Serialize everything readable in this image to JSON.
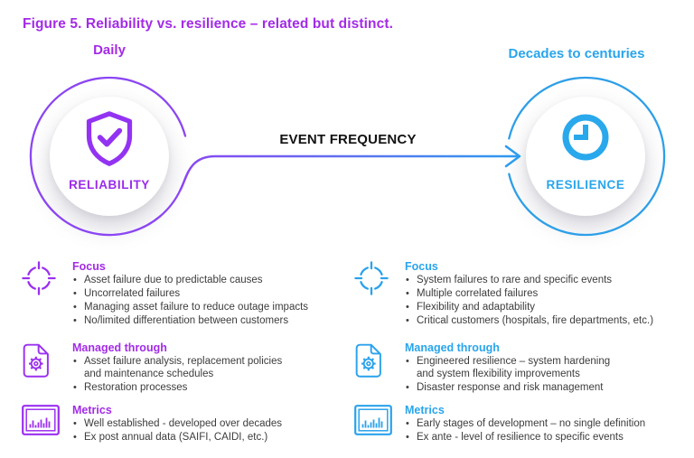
{
  "title": "Figure 5. Reliability vs. resilience – related but distinct.",
  "hero": {
    "left": {
      "time_label": "Daily",
      "circle_label": "RELIABILITY",
      "icon": "shield-check-icon"
    },
    "right": {
      "time_label": "Decades to centuries",
      "circle_label": "RESILIENCE",
      "icon": "clock-icon"
    },
    "arrow_label": "EVENT FREQUENCY"
  },
  "columns": [
    {
      "theme": "purple",
      "sections": [
        {
          "icon": "target-icon",
          "heading": "Focus",
          "bullets": [
            "Asset failure due to predictable causes",
            "Uncorrelated failures",
            "Managing asset failure to reduce outage impacts",
            "No/limited differentiation between customers"
          ]
        },
        {
          "icon": "document-gear-icon",
          "heading": "Managed through",
          "bullets": [
            "Asset failure analysis, replacement policies\nand maintenance schedules",
            "Restoration processes"
          ]
        },
        {
          "icon": "bar-chart-icon",
          "heading": "Metrics",
          "bullets": [
            "Well established - developed over decades",
            "Ex post annual data (SAIFI, CAIDI, etc.)"
          ]
        }
      ]
    },
    {
      "theme": "blue",
      "sections": [
        {
          "icon": "target-icon",
          "heading": "Focus",
          "bullets": [
            "System failures to rare and specific events",
            "Multiple correlated failures",
            "Flexibility and adaptability",
            "Critical customers (hospitals, fire departments, etc.)"
          ]
        },
        {
          "icon": "document-gear-icon",
          "heading": "Managed through",
          "bullets": [
            "Engineered resilience – system hardening\nand system flexibility improvements",
            "Disaster response and risk management"
          ]
        },
        {
          "icon": "bar-chart-icon",
          "heading": "Metrics",
          "bullets": [
            "Early stages of development – no single definition",
            "Ex ante - level of resilience to specific events"
          ]
        }
      ]
    }
  ],
  "colors": {
    "purple_accent": "#A32BE8",
    "purple_icon": "#9B30F0",
    "purple_ring": "#8B46F3",
    "blue_accent": "#29A5EC",
    "arrow_gradient": [
      "#8B46F3",
      "#2D9CEE"
    ],
    "body_text": "#3C3C3E",
    "arrow_label_text": "#121212"
  }
}
